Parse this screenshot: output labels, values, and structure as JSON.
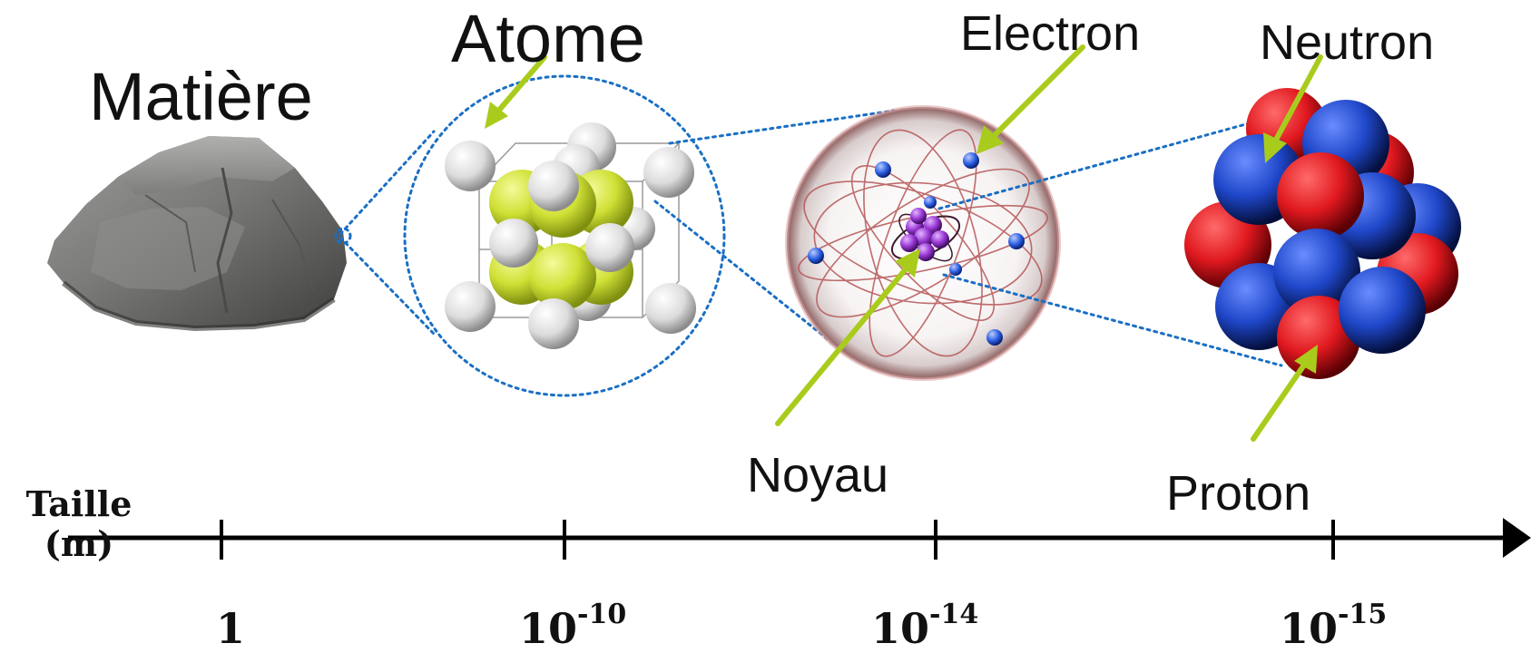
{
  "labels": {
    "matiere": "Matière",
    "atome": "Atome",
    "electron": "Electron",
    "neutron": "Neutron",
    "noyau": "Noyau",
    "proton": "Proton"
  },
  "axis": {
    "title_line1": "Taille",
    "title_line2": "(m)",
    "ticks": [
      {
        "base": "1",
        "exp": ""
      },
      {
        "base": "10",
        "exp": "-10"
      },
      {
        "base": "10",
        "exp": "-14"
      },
      {
        "base": "10",
        "exp": "-15"
      }
    ]
  },
  "colors": {
    "arrow": "#a9cc1c",
    "dotted": "#1a6fc4",
    "axis": "#000000",
    "proton": "#e0191f",
    "neutron": "#1f47c9",
    "lattice_yellow": "#d2e23a",
    "lattice_white": "#e6e6e6"
  }
}
